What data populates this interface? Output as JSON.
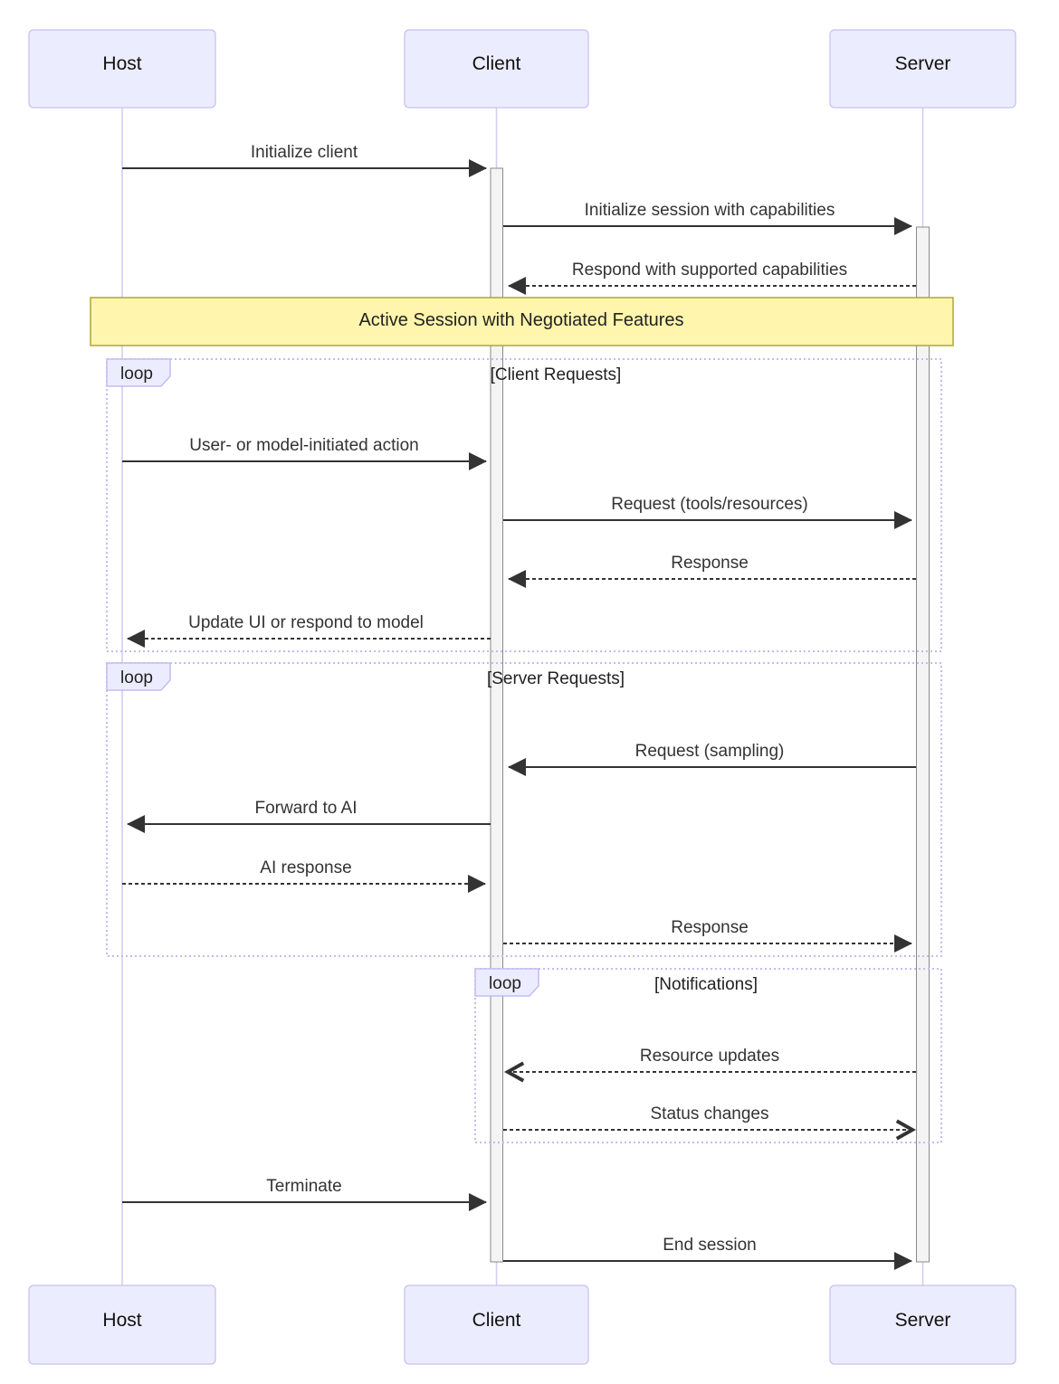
{
  "diagram_type": "sequence-diagram",
  "actors": {
    "host": "Host",
    "client": "Client",
    "server": "Server"
  },
  "note": {
    "text": "Active Session with Negotiated Features"
  },
  "loops": [
    {
      "keyword": "loop",
      "title": "[Client Requests]"
    },
    {
      "keyword": "loop",
      "title": "[Server Requests]"
    },
    {
      "keyword": "loop",
      "title": "[Notifications]"
    }
  ],
  "messages": [
    {
      "label": "Initialize client",
      "from": "Host",
      "to": "Client",
      "line": "solid",
      "arrowhead": "filled"
    },
    {
      "label": "Initialize session with capabilities",
      "from": "Client",
      "to": "Server",
      "line": "solid",
      "arrowhead": "filled"
    },
    {
      "label": "Respond with supported capabilities",
      "from": "Server",
      "to": "Client",
      "line": "dashed",
      "arrowhead": "filled"
    },
    {
      "label": "User- or model-initiated action",
      "from": "Host",
      "to": "Client",
      "line": "solid",
      "arrowhead": "filled"
    },
    {
      "label": "Request (tools/resources)",
      "from": "Client",
      "to": "Server",
      "line": "solid",
      "arrowhead": "filled"
    },
    {
      "label": "Response",
      "from": "Server",
      "to": "Client",
      "line": "dashed",
      "arrowhead": "filled"
    },
    {
      "label": "Update UI or respond to model",
      "from": "Client",
      "to": "Host",
      "line": "dashed",
      "arrowhead": "filled"
    },
    {
      "label": "Request (sampling)",
      "from": "Server",
      "to": "Client",
      "line": "solid",
      "arrowhead": "filled"
    },
    {
      "label": "Forward to AI",
      "from": "Client",
      "to": "Host",
      "line": "solid",
      "arrowhead": "filled"
    },
    {
      "label": "AI response",
      "from": "Host",
      "to": "Client",
      "line": "dashed",
      "arrowhead": "filled"
    },
    {
      "label": "Response",
      "from": "Client",
      "to": "Server",
      "line": "dashed",
      "arrowhead": "filled"
    },
    {
      "label": "Resource updates",
      "from": "Server",
      "to": "Client",
      "line": "dashed",
      "arrowhead": "open"
    },
    {
      "label": "Status changes",
      "from": "Client",
      "to": "Server",
      "line": "dashed",
      "arrowhead": "open"
    },
    {
      "label": "Terminate",
      "from": "Host",
      "to": "Client",
      "line": "solid",
      "arrowhead": "filled"
    },
    {
      "label": "End session",
      "from": "Client",
      "to": "Server",
      "line": "solid",
      "arrowhead": "filled"
    }
  ],
  "colors": {
    "actor_fill": "#ECECFF",
    "actor_border": "#c8c2ee",
    "lifeline": "#d4cbf3",
    "activation_fill": "#f4f4f4",
    "activation_border": "#8a8a8a",
    "note_fill": "#fff5ad",
    "note_border": "#aaaa33",
    "loop_border": "#c4bbf0",
    "label_fill": "#ECECFF",
    "label_border": "#c4bbf0",
    "message_text": "#333333",
    "arrow": "#333333",
    "actor_text": "#111111",
    "loop_text": "#222222",
    "note_text": "#222222",
    "bg": "#ffffff"
  }
}
